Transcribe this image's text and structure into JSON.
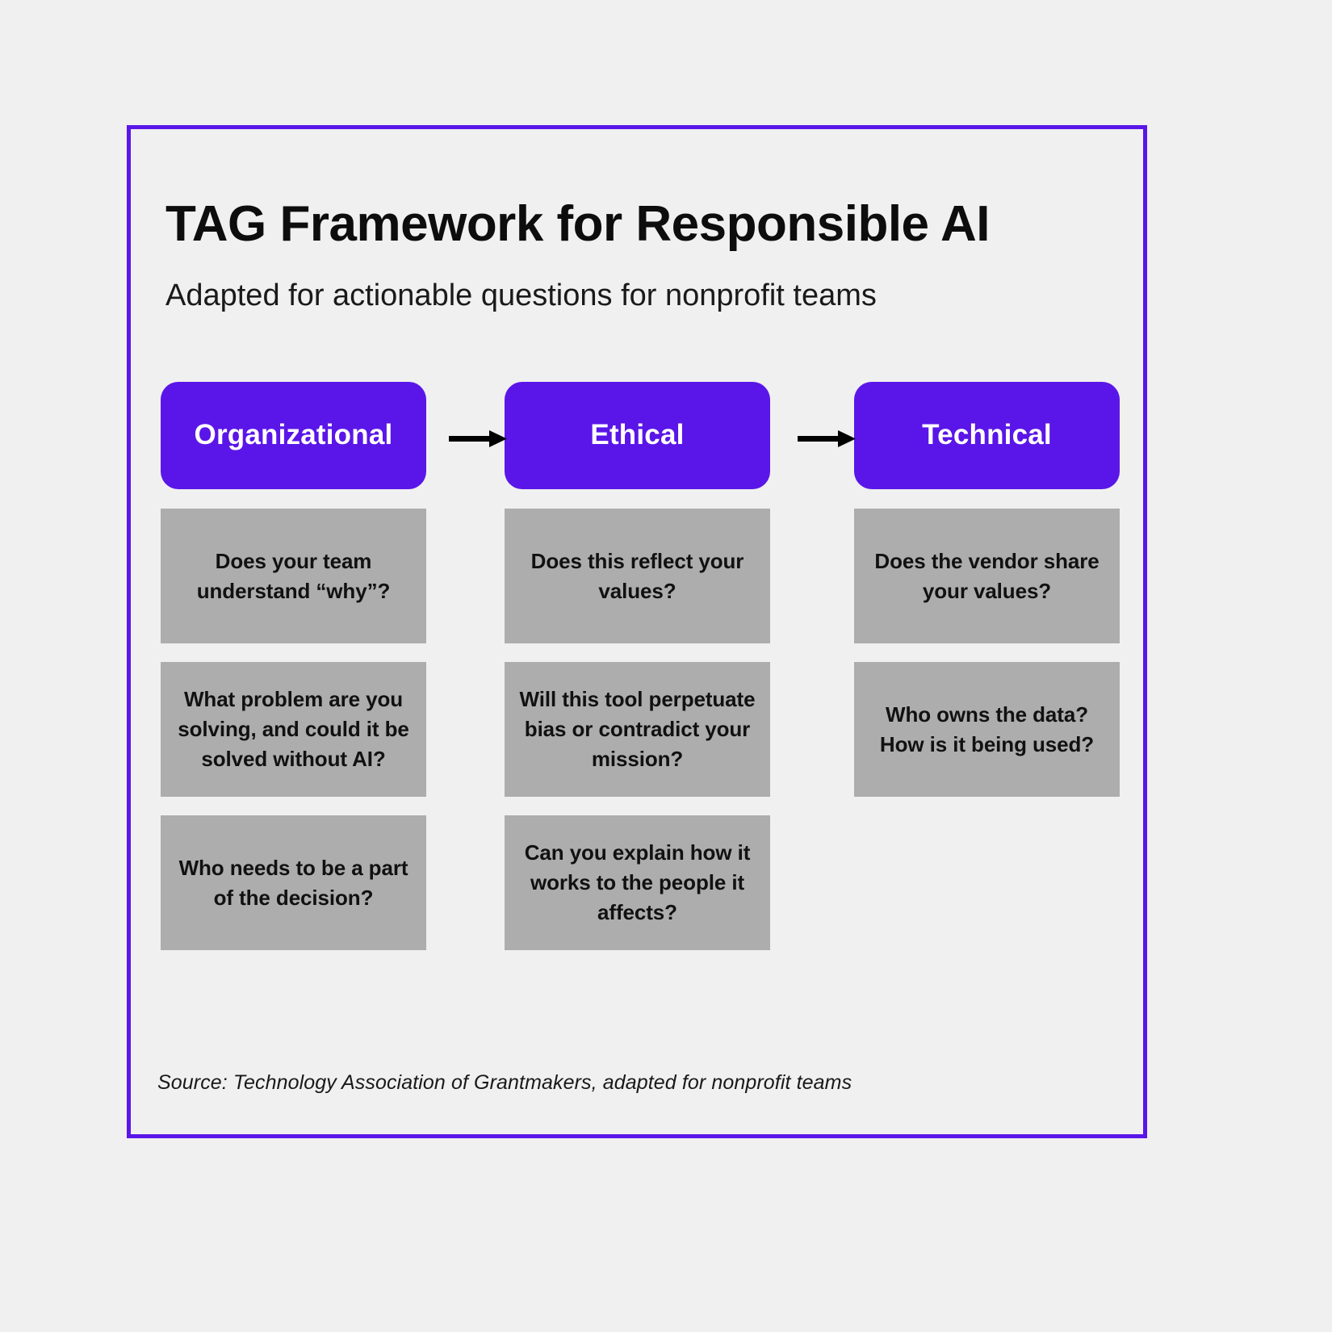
{
  "header": {
    "title": "TAG Framework for Responsible AI",
    "subtitle": "Adapted for actionable questions for nonprofit teams"
  },
  "theme": {
    "accent_purple": "#5A16E8",
    "card_gray": "#ADADAD",
    "background": "#F0F0F0",
    "text_dark": "#111111",
    "header_text": "#FFFFFF"
  },
  "flow": {
    "arrow_icon": "arrow-right-icon",
    "arrows": [
      "organizational-to-ethical",
      "ethical-to-technical"
    ]
  },
  "columns": [
    {
      "id": "organizational",
      "label": "Organizational",
      "questions": [
        "Does your team understand “why”?",
        "What problem are you solving, and could it be solved without AI?",
        "Who needs to be a part of the decision?"
      ]
    },
    {
      "id": "ethical",
      "label": "Ethical",
      "questions": [
        "Does this reflect your values?",
        "Will this tool perpetuate bias or contradict your mission?",
        "Can you explain how it works to the people it affects?"
      ]
    },
    {
      "id": "technical",
      "label": "Technical",
      "questions": [
        "Does the vendor share your values?",
        "Who owns the data? How is it being used?"
      ]
    }
  ],
  "footer": {
    "source": "Source: Technology Association of Grantmakers, adapted for nonprofit teams"
  }
}
